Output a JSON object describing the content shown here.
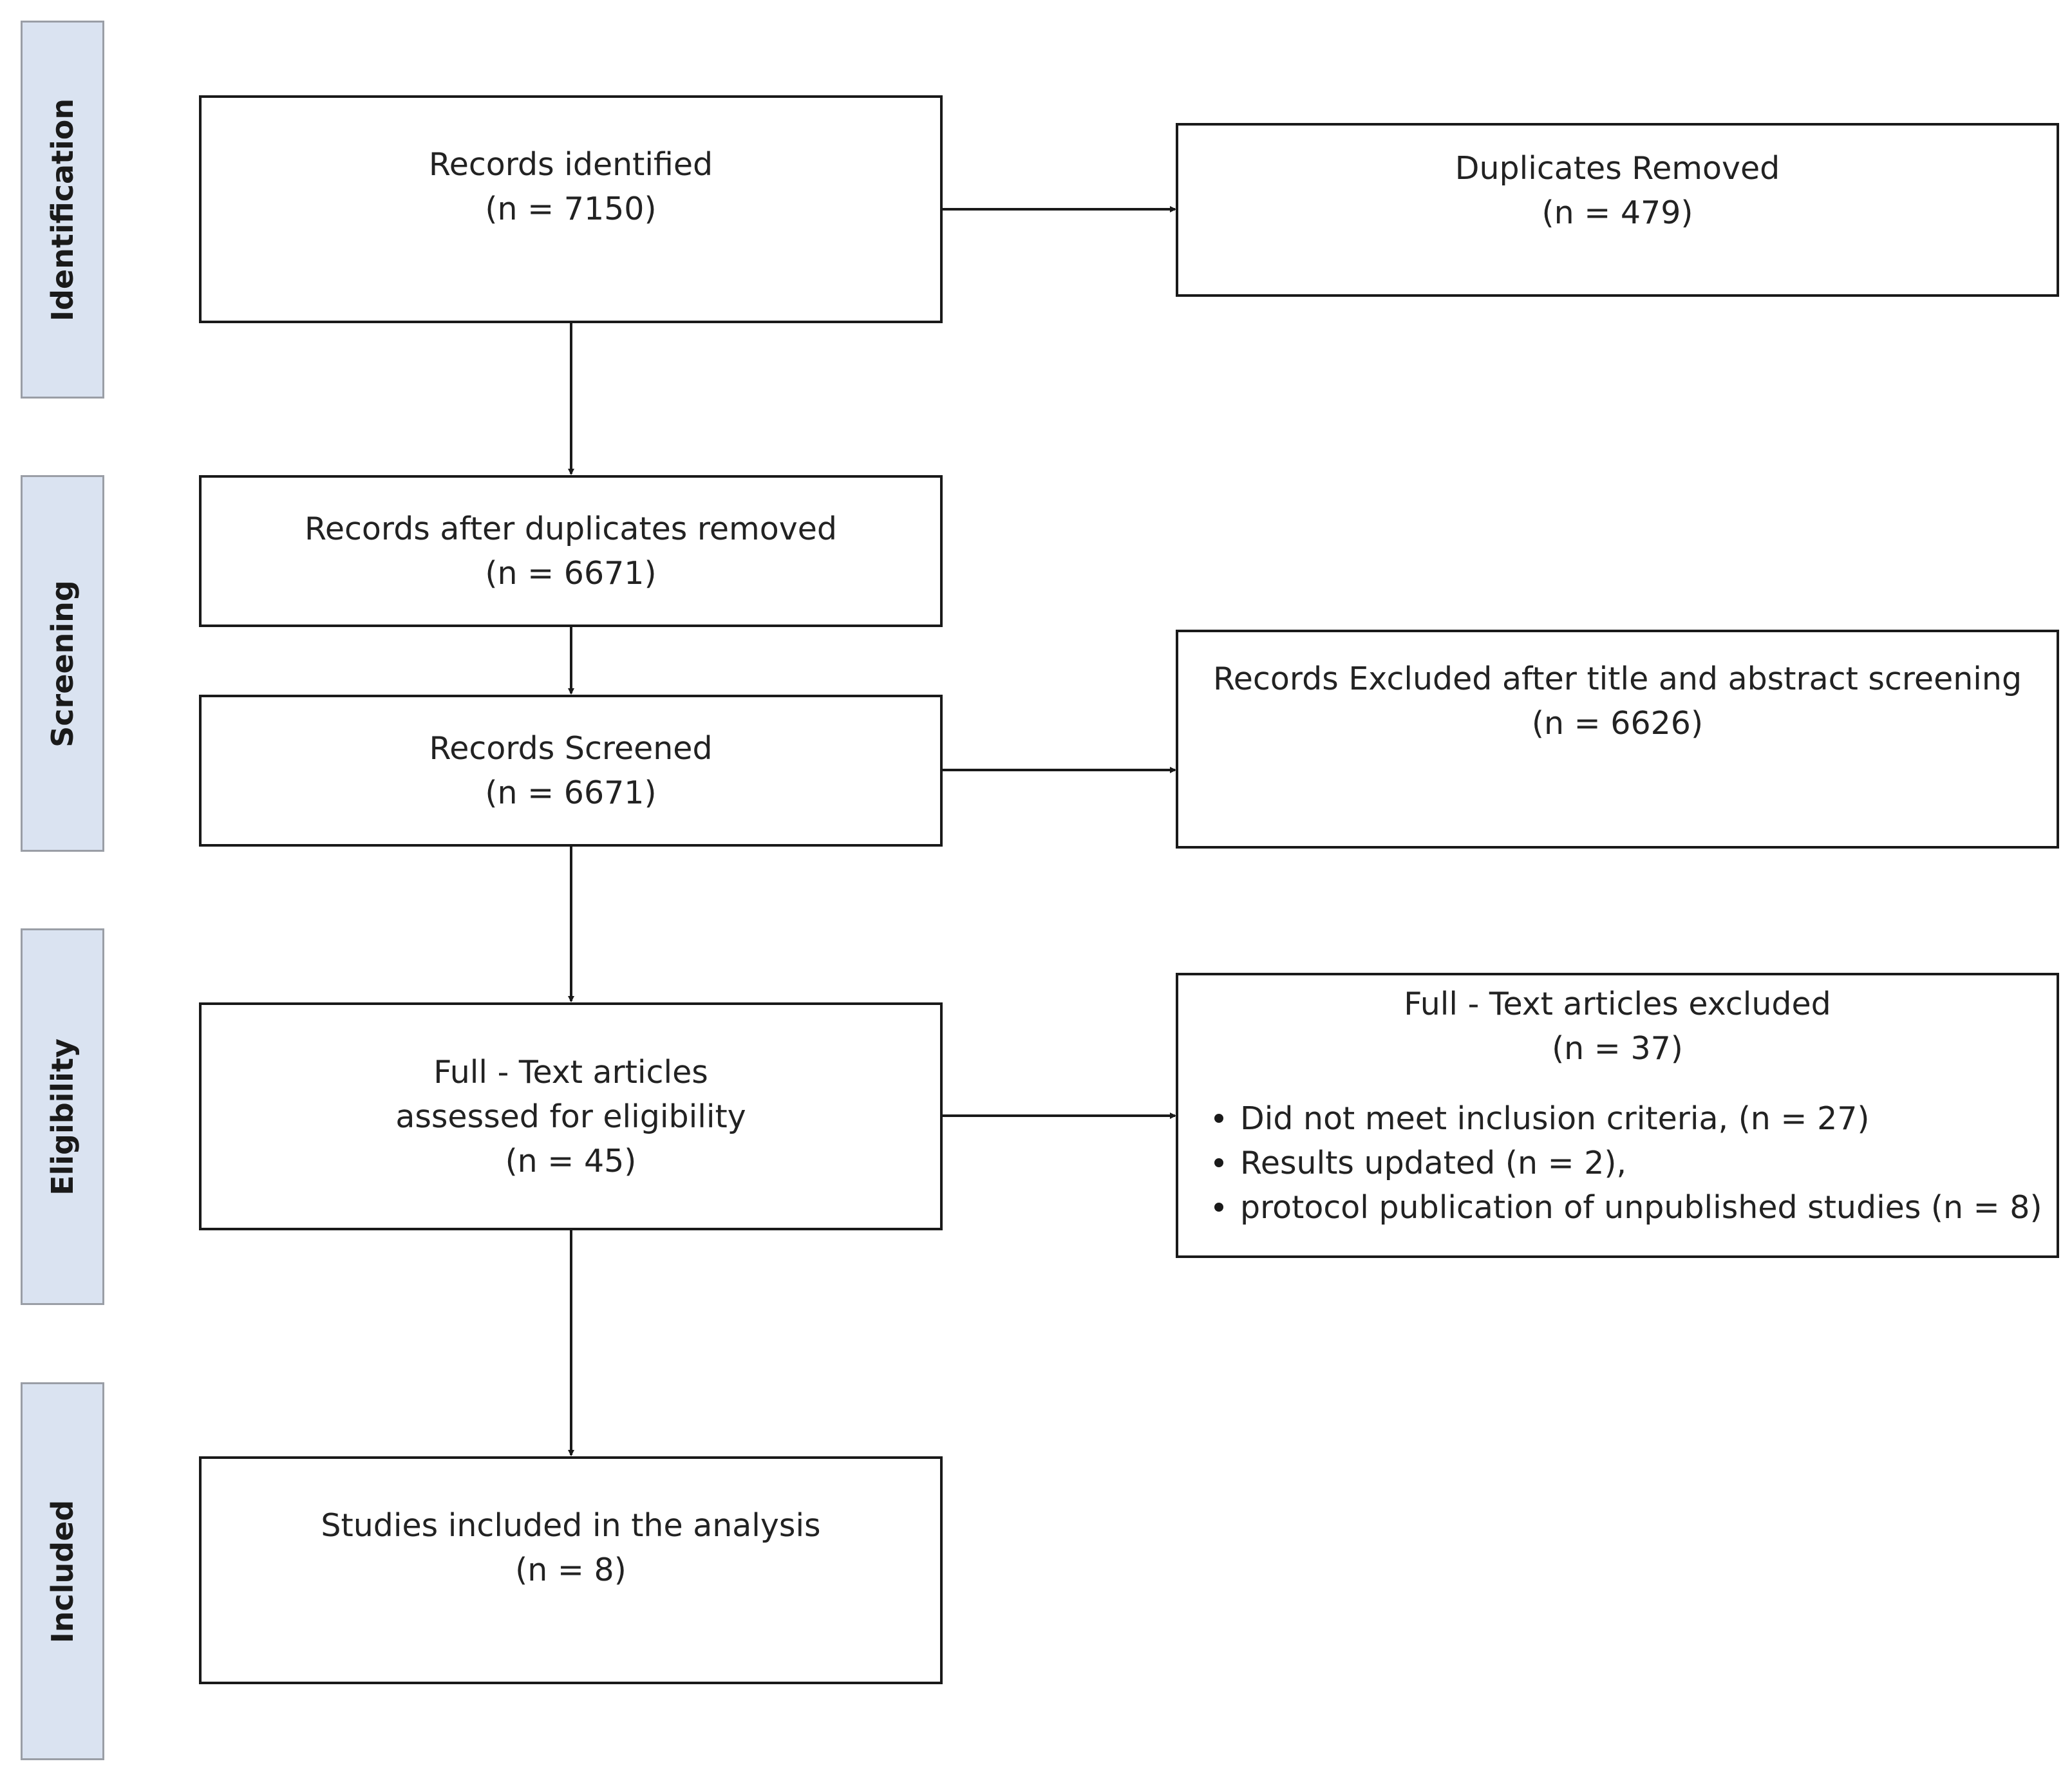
{
  "stages": {
    "identification": "Identification",
    "screening": "Screening",
    "eligibility": "Eligibility",
    "included": "Included"
  },
  "boxes": {
    "records_identified": {
      "line1": "Records identified",
      "line2": "(n = 7150)"
    },
    "duplicates_removed": {
      "line1": "Duplicates Removed",
      "line2": "(n = 479)"
    },
    "after_duplicates": {
      "line1": "Records after duplicates removed",
      "line2": "(n = 6671)"
    },
    "records_screened": {
      "line1": "Records Screened",
      "line2": "(n = 6671)"
    },
    "records_excluded": {
      "line1": "Records Excluded after title and abstract screening",
      "line2": "(n = 6626)"
    },
    "full_text_assessed": {
      "line1": "Full - Text articles",
      "line2": "assessed for eligibility",
      "line3": "(n = 45)"
    },
    "full_text_excluded": {
      "line1": "Full - Text articles excluded",
      "line2": "(n = 37)",
      "reasons": [
        "Did not meet inclusion criteria, (n = 27)",
        "Results updated (n = 2),",
        "protocol publication of unpublished studies (n = 8)"
      ]
    },
    "studies_included": {
      "line1": "Studies included in the analysis",
      "line2": "(n = 8)"
    }
  }
}
